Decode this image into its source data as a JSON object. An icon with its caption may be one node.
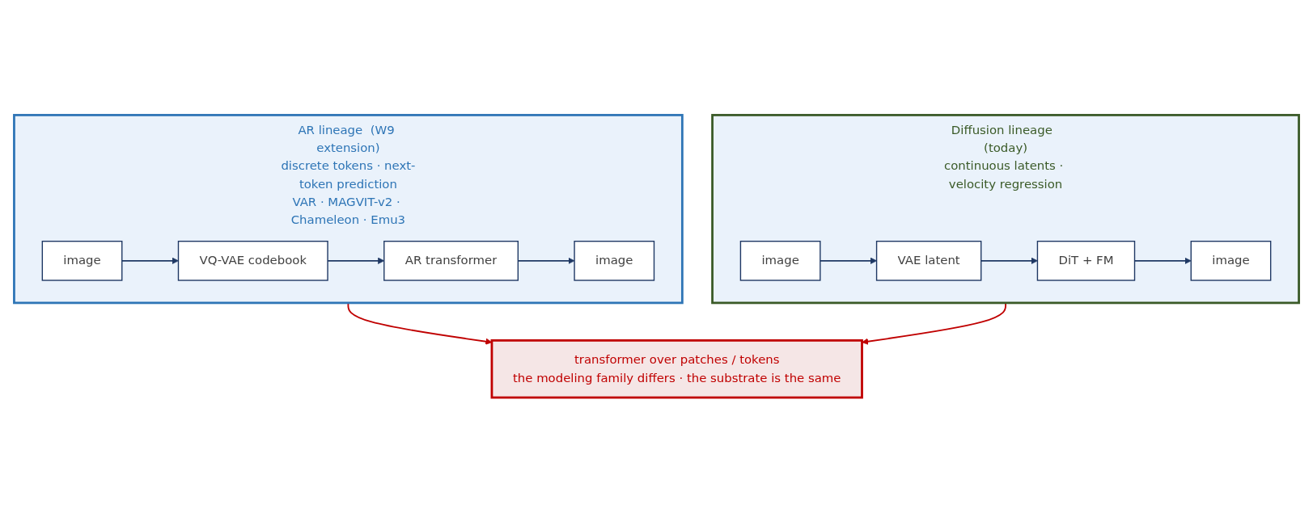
{
  "diagram": {
    "nodes": [
      {
        "text": [
          "AR lineage  (W9 extension)",
          "discrete tokens · next-token prediction",
          "VAR · MAGVIT-v2 · Chameleon · Emu3"
        ]
      },
      {
        "text": [
          "image"
        ],
        "in": 0
      },
      {
        "text": [
          "VQ-VAE codebook"
        ],
        "in": 0
      },
      {
        "text": [
          "AR transformer"
        ],
        "in": 0
      },
      {
        "text": [
          "image"
        ],
        "in": 0
      },
      {
        "text": [
          "Diffusion lineage  (today)",
          "continuous latents · velocity regression"
        ]
      },
      {
        "text": [
          "image"
        ],
        "in": 5
      },
      {
        "text": [
          "VAE latent"
        ],
        "in": 5
      },
      {
        "text": [
          "DiT + FM"
        ],
        "in": 5
      },
      {
        "text": [
          "image"
        ],
        "in": 5
      },
      {
        "text": [
          "transformer over patches / tokens",
          "the modeling family differs · the substrate is the same"
        ]
      }
    ],
    "edges": [
      {
        "from": 1,
        "to": 2,
        "arrow": "to"
      },
      {
        "from": 2,
        "to": 3,
        "arrow": "to"
      },
      {
        "from": 3,
        "to": 4,
        "arrow": "to"
      },
      {
        "from": 6,
        "to": 7,
        "arrow": "to"
      },
      {
        "from": 7,
        "to": 8,
        "arrow": "to"
      },
      {
        "from": 8,
        "to": 9,
        "arrow": "to"
      },
      {
        "from": 0,
        "to": 10,
        "arrow": "to",
        "color": "#c00000"
      },
      {
        "from": 5,
        "to": 10,
        "arrow": "to",
        "color": "#c00000"
      }
    ]
  }
}
